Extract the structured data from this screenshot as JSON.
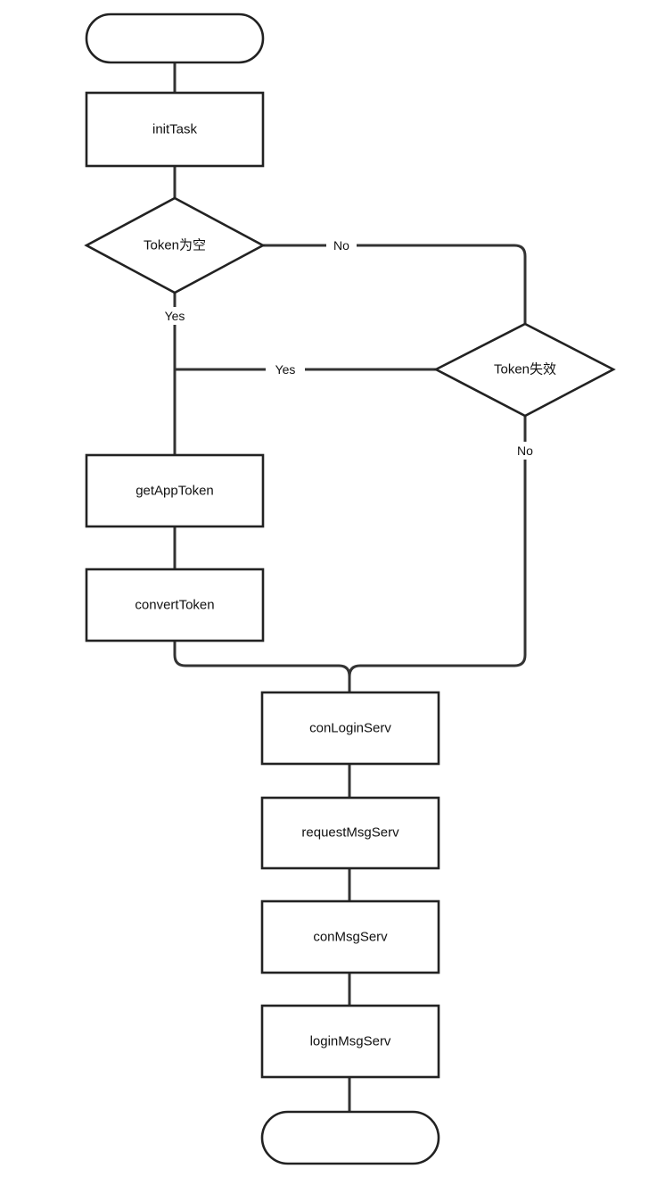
{
  "nodes": {
    "start": "",
    "init_task": "initTask",
    "token_empty": "Token为空",
    "token_invalid": "Token失效",
    "get_app_token": "getAppToken",
    "convert_token": "convertToken",
    "con_login_serv": "conLoginServ",
    "request_msg_serv": "requestMsgServ",
    "con_msg_serv": "conMsgServ",
    "login_msg_serv": "loginMsgServ",
    "end": ""
  },
  "edge_labels": {
    "token_empty_no": "No",
    "token_empty_yes": "Yes",
    "token_invalid_yes": "Yes",
    "token_invalid_no": "No"
  }
}
